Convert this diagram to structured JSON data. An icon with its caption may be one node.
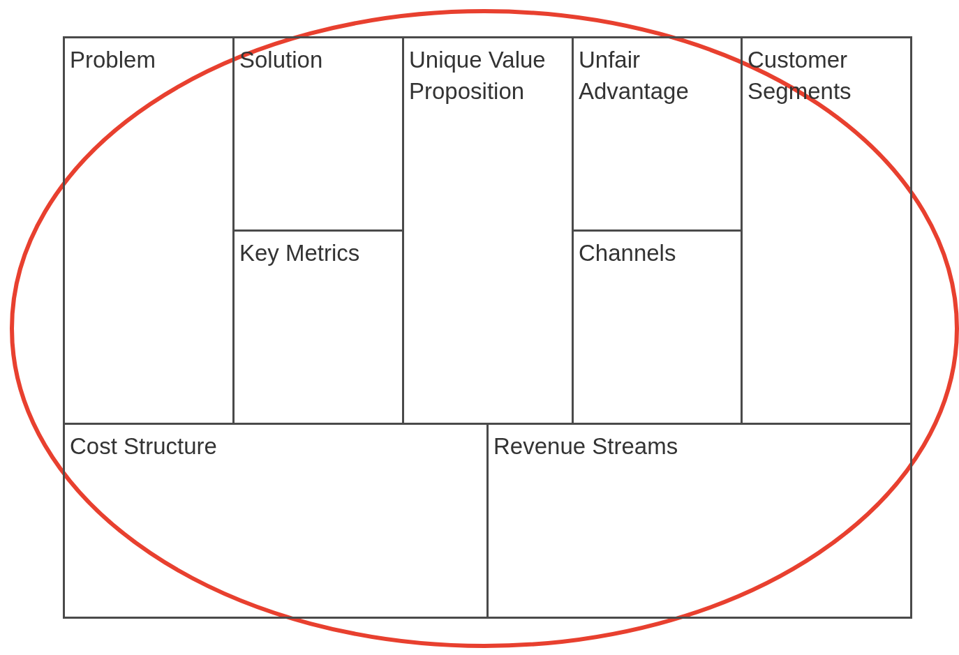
{
  "diagram": {
    "nodes": [
      {
        "text": [
          "Problem"
        ]
      },
      {
        "text": [
          "Solution"
        ]
      },
      {
        "text": [
          "Key Metrics"
        ]
      },
      {
        "text": [
          "Unique Value Proposition"
        ]
      },
      {
        "text": [
          "Unfair Advantage"
        ]
      },
      {
        "text": [
          "Channels"
        ]
      },
      {
        "text": [
          "Customer Segments"
        ]
      },
      {
        "text": [
          "Cost Structure"
        ]
      },
      {
        "text": [
          "Revenue Streams"
        ]
      }
    ]
  }
}
